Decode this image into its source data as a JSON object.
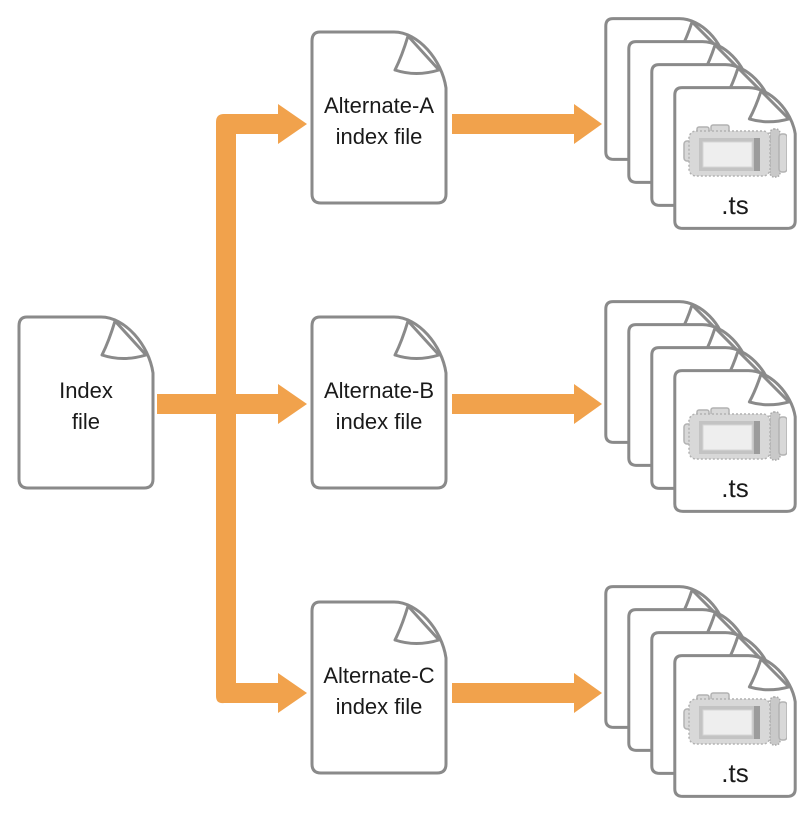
{
  "diagram": {
    "index_node": {
      "label": "Index\nfile"
    },
    "alternate_nodes": [
      {
        "label": "Alternate-A\nindex file"
      },
      {
        "label": "Alternate-B\nindex file"
      },
      {
        "label": "Alternate-C\nindex file"
      }
    ],
    "segment_stacks": [
      {
        "extension_label": ".ts",
        "page_count": 4
      },
      {
        "extension_label": ".ts",
        "page_count": 4
      },
      {
        "extension_label": ".ts",
        "page_count": 4
      }
    ],
    "colors": {
      "arrow_orange": "#f1a24c",
      "page_stroke_gray": "#8a8a8a",
      "camera_gray": "#d8d8d8"
    }
  }
}
